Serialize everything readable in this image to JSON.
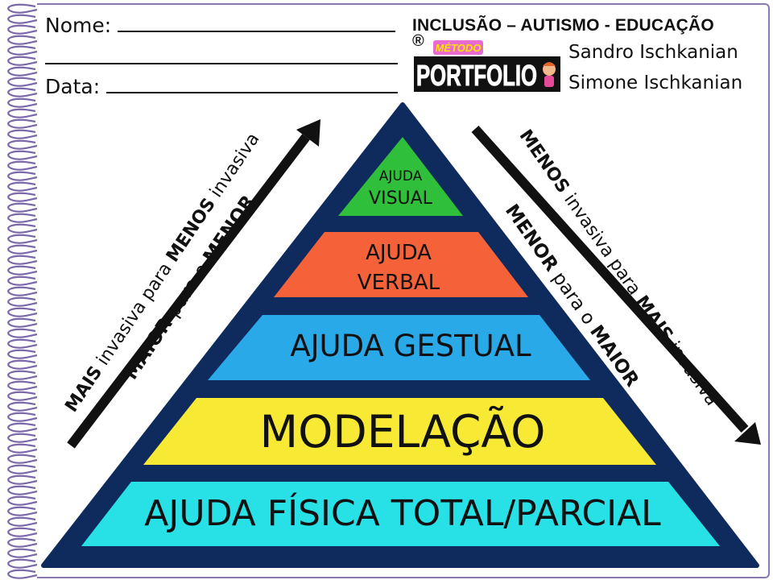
{
  "form": {
    "name_label": "Nome:",
    "date_label": "Data:"
  },
  "header": {
    "title": "INCLUSÃO – AUTISMO - EDUCAÇÃO",
    "registered_mark": "®",
    "logo_small": "MÉTODO",
    "logo_main": "PORTFOLIO",
    "authors": [
      "Sandro Ischkanian",
      "Simone Ischkanian"
    ]
  },
  "pyramid": {
    "layers": [
      {
        "line1": "AJUDA",
        "line2": "VISUAL",
        "color": "#2fbf3a"
      },
      {
        "line1": "AJUDA",
        "line2": "VERBAL",
        "color": "#f5623a"
      },
      {
        "line1": "AJUDA GESTUAL",
        "color": "#2aa9e8"
      },
      {
        "line1": "MODELAÇÃO",
        "color": "#f7e934"
      },
      {
        "line1": "AJUDA FÍSICA TOTAL/PARCIAL",
        "color": "#27e1e6"
      }
    ],
    "outline_color": "#0f2a5c"
  },
  "left_arrow": {
    "outer": {
      "w1": "MAIS",
      "w2": " invasiva para ",
      "w3": "MENOS",
      "w4": " invasiva"
    },
    "inner": {
      "w1": "MAIOR",
      "w2": " para o ",
      "w3": "MENOR"
    }
  },
  "right_arrow": {
    "outer": {
      "w1": "MENOS",
      "w2": " invasiva para ",
      "w3": "MAIS",
      "w4": " invasiva"
    },
    "inner": {
      "w1": "MENOR",
      "w2": " para o ",
      "w3": "MAIOR"
    }
  }
}
